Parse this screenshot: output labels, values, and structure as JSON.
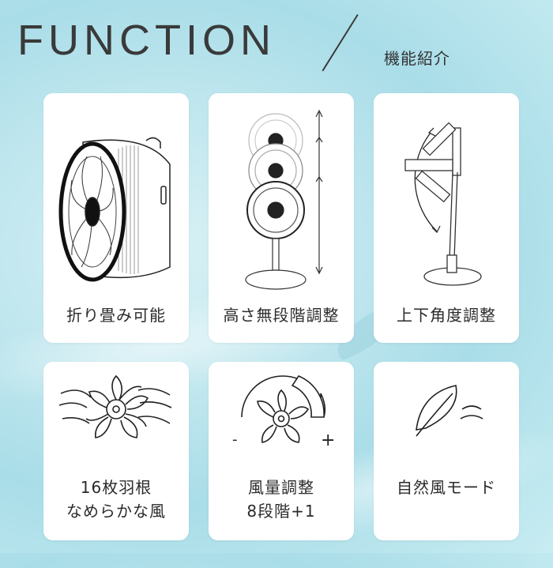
{
  "header": {
    "title": "FUNCTION",
    "subtitle": "機能紹介"
  },
  "cards": [
    {
      "icon": "folding-fan-icon",
      "label_lines": [
        "折り畳み可能"
      ]
    },
    {
      "icon": "height-adjust-fan-icon",
      "label_lines": [
        "高さ無段階調整"
      ]
    },
    {
      "icon": "tilt-angle-fan-icon",
      "label_lines": [
        "上下角度調整"
      ]
    },
    {
      "icon": "sixteen-blade-wind-icon",
      "label_lines": [
        "16枚羽根",
        "なめらかな風"
      ]
    },
    {
      "icon": "wind-volume-dial-icon",
      "label_lines": [
        "風量調整",
        "8段階+1"
      ],
      "minus": "-",
      "plus": "+"
    },
    {
      "icon": "natural-wind-leaf-icon",
      "label_lines": [
        "自然風モード"
      ]
    }
  ]
}
